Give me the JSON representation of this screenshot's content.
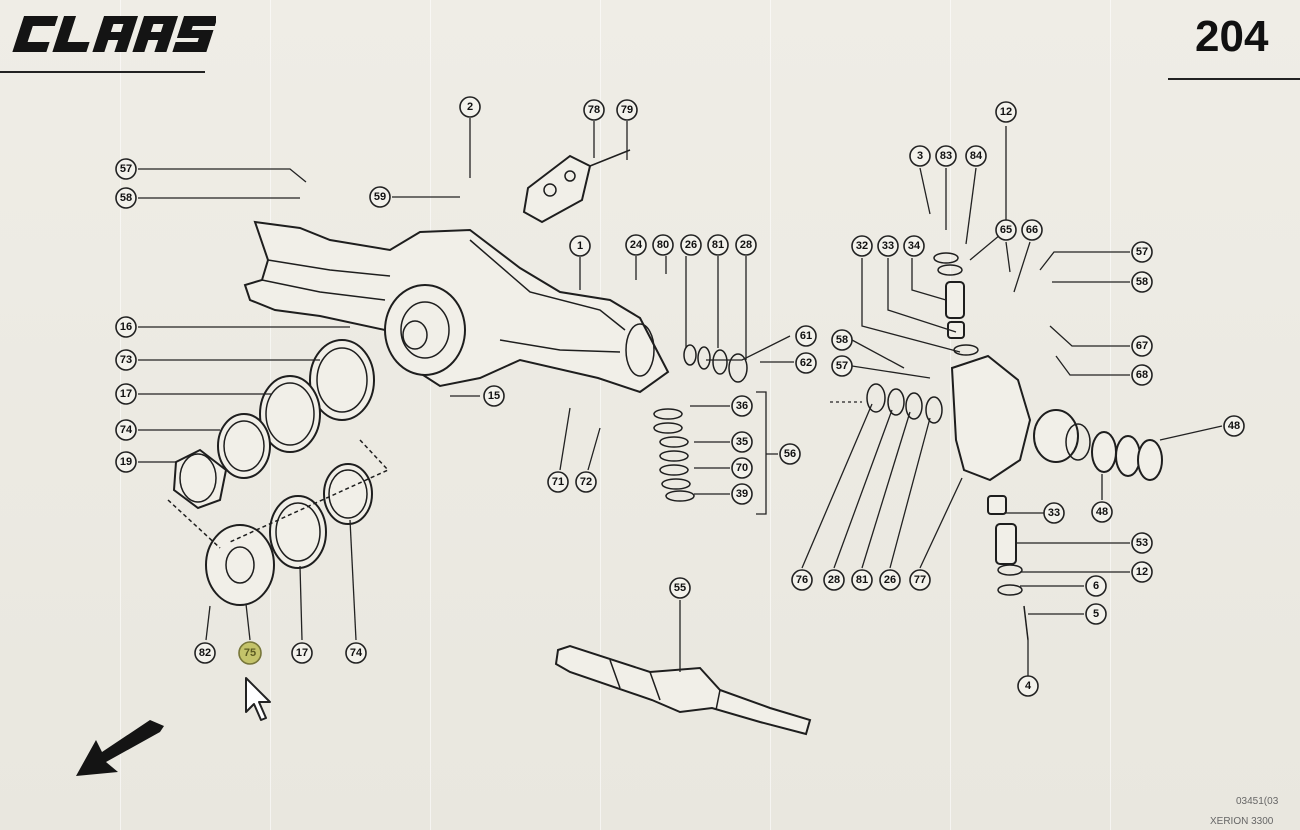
{
  "header": {
    "brand": "CLAAS",
    "page_number": "204"
  },
  "footer": {
    "drawing_ref": "03451(03",
    "model": "XERION 3300"
  },
  "colors": {
    "selected_fill": "#c4c36a",
    "line": "#222222",
    "paper": "#eceae2"
  },
  "icons": {
    "back": "arrow-down-left-icon",
    "cursor": "mouse-pointer-icon"
  },
  "callouts": [
    {
      "label": "2"
    },
    {
      "label": "78"
    },
    {
      "label": "79"
    },
    {
      "label": "57"
    },
    {
      "label": "58"
    },
    {
      "label": "59"
    },
    {
      "label": "1"
    },
    {
      "label": "24"
    },
    {
      "label": "80"
    },
    {
      "label": "26"
    },
    {
      "label": "81"
    },
    {
      "label": "28"
    },
    {
      "label": "16"
    },
    {
      "label": "73"
    },
    {
      "label": "17"
    },
    {
      "label": "74"
    },
    {
      "label": "19"
    },
    {
      "label": "15"
    },
    {
      "label": "61"
    },
    {
      "label": "62"
    },
    {
      "label": "36"
    },
    {
      "label": "35"
    },
    {
      "label": "70"
    },
    {
      "label": "39"
    },
    {
      "label": "56"
    },
    {
      "label": "71"
    },
    {
      "label": "72"
    },
    {
      "label": "82"
    },
    {
      "label": "75"
    },
    {
      "label": "17"
    },
    {
      "label": "74"
    },
    {
      "label": "12"
    },
    {
      "label": "3"
    },
    {
      "label": "83"
    },
    {
      "label": "84"
    },
    {
      "label": "65"
    },
    {
      "label": "66"
    },
    {
      "label": "32"
    },
    {
      "label": "33"
    },
    {
      "label": "34"
    },
    {
      "label": "57"
    },
    {
      "label": "58"
    },
    {
      "label": "58"
    },
    {
      "label": "57"
    },
    {
      "label": "67"
    },
    {
      "label": "68"
    },
    {
      "label": "48"
    },
    {
      "label": "48"
    },
    {
      "label": "33"
    },
    {
      "label": "53"
    },
    {
      "label": "12"
    },
    {
      "label": "6"
    },
    {
      "label": "5"
    },
    {
      "label": "4"
    },
    {
      "label": "76"
    },
    {
      "label": "28"
    },
    {
      "label": "81"
    },
    {
      "label": "26"
    },
    {
      "label": "77"
    },
    {
      "label": "55"
    }
  ],
  "selected_callout": "75"
}
